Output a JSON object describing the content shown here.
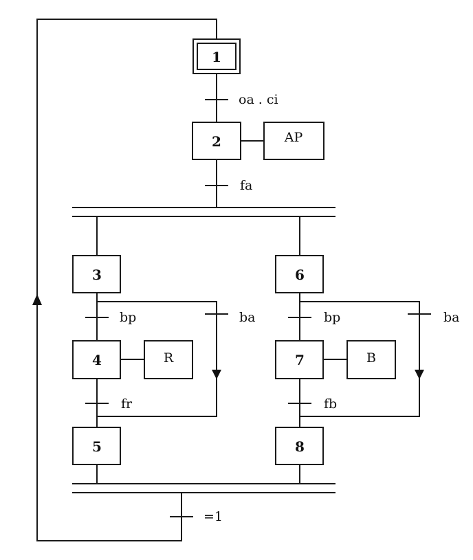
{
  "steps": {
    "s1": "1",
    "s2": "2",
    "s3": "3",
    "s4": "4",
    "s5": "5",
    "s6": "6",
    "s7": "7",
    "s8": "8"
  },
  "actions": {
    "a2": "AP",
    "a4": "R",
    "a7": "B"
  },
  "transitions": {
    "t1": "oa . ci",
    "t2": "fa",
    "t3_left": "bp",
    "t3_skip": "ba",
    "t4": "fr",
    "t6_left": "bp",
    "t6_skip": "ba",
    "t7": "fb",
    "t_end": "=1"
  }
}
